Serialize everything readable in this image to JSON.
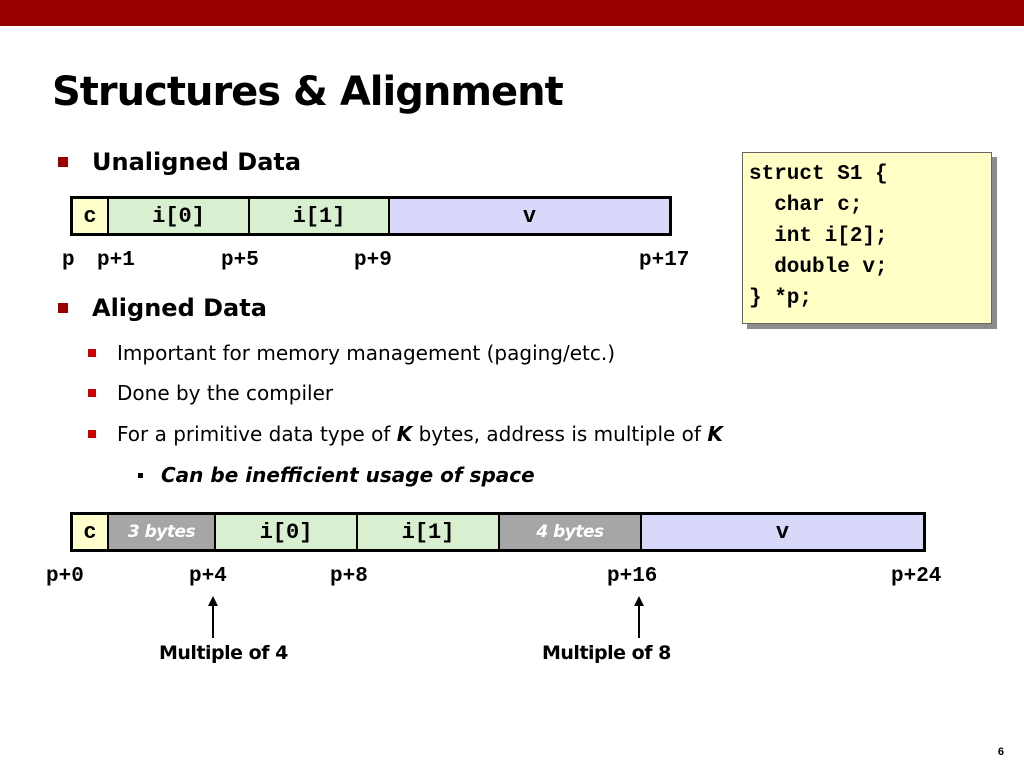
{
  "title": "Structures & Alignment",
  "page_number": "6",
  "bullets": {
    "unaligned": "Unaligned Data",
    "aligned": "Aligned Data",
    "sub1": "Important for memory management (paging/etc.)",
    "sub2": "Done by the compiler",
    "sub3_pre": "For a primitive data type of ",
    "sub3_k1": "K",
    "sub3_mid": " bytes, address is multiple of ",
    "sub3_k2": "K",
    "subsub": "Can be inefficient usage of space"
  },
  "unaligned_layout": {
    "cells": [
      "c",
      "i[0]",
      "i[1]",
      "v"
    ],
    "addresses": [
      "p",
      "p+1",
      "p+5",
      "p+9",
      "p+17"
    ]
  },
  "aligned_layout": {
    "cells": [
      "c",
      "3 bytes",
      "i[0]",
      "i[1]",
      "4 bytes",
      "v"
    ],
    "addresses": [
      "p+0",
      "p+4",
      "p+8",
      "p+16",
      "p+24"
    ]
  },
  "annotations": {
    "multiple4": "Multiple of 4",
    "multiple8": "Multiple of 8"
  },
  "code": {
    "lines": [
      "struct S1 {",
      "  char c;",
      "  int i[2];",
      "  double v;",
      "} *p;"
    ]
  },
  "colors": {
    "top_bar": "#990000",
    "char_cell": "#ffffcc",
    "int_cell": "#d8f0d0",
    "double_cell": "#d8d8fa",
    "padding_cell": "#a6a6a6",
    "code_box": "#ffffc6"
  }
}
